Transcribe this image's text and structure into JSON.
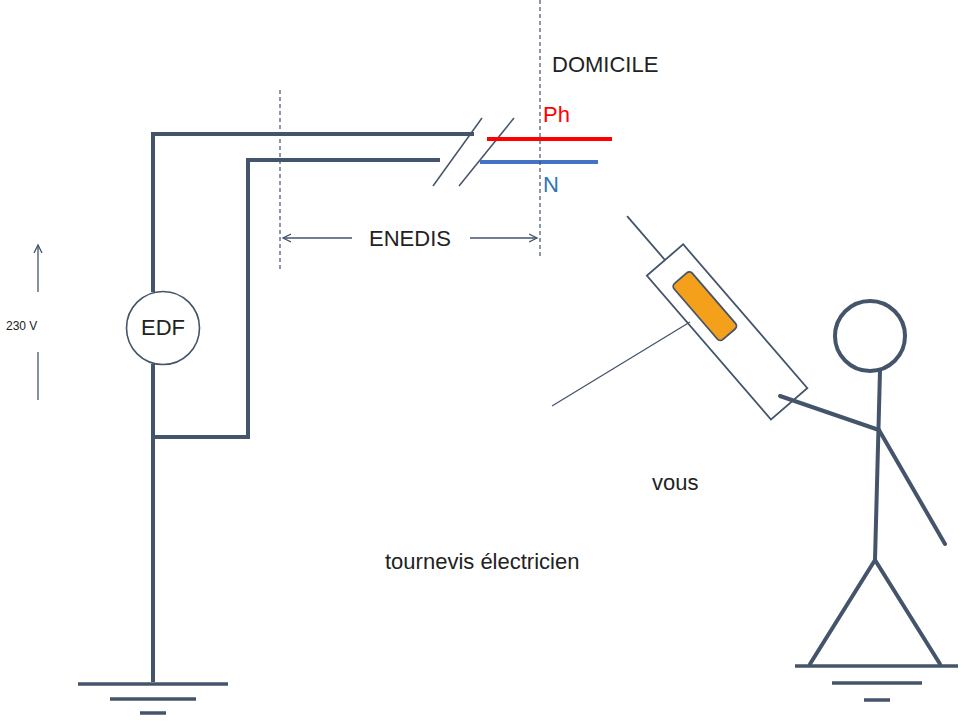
{
  "diagram": {
    "nodes": [
      {
        "text": [
          "EDF"
        ]
      }
    ],
    "labels": [
      "DOMICILE",
      "Ph",
      "N",
      "ENEDIS",
      "230 V",
      "tournevis électricien",
      "vous"
    ]
  }
}
